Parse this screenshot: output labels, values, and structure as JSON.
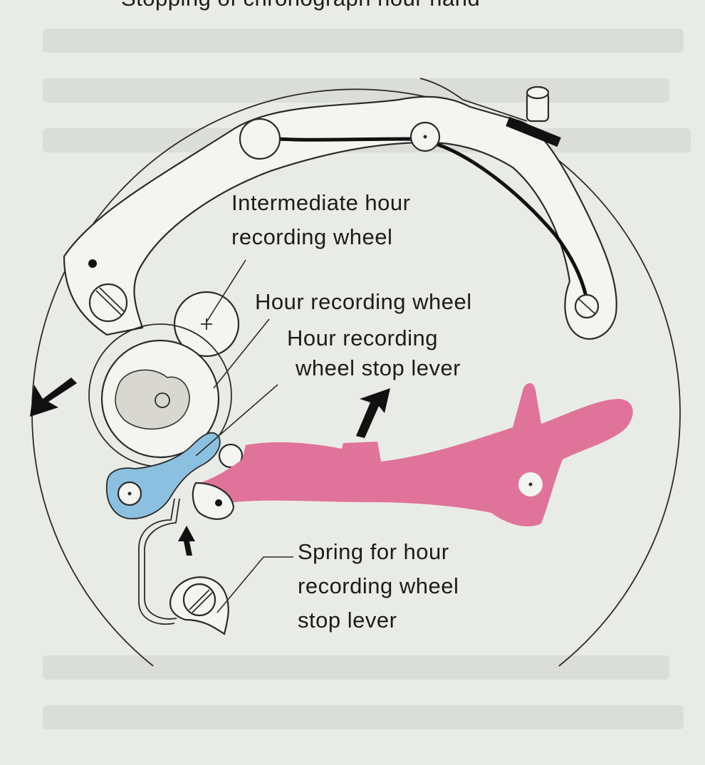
{
  "header": {
    "partial_title": "Stopping of chronograph hour hand"
  },
  "labels": {
    "intermediate_wheel_l1": "Intermediate hour",
    "intermediate_wheel_l2": "recording wheel",
    "hour_wheel": "Hour recording wheel",
    "stop_lever_l1": "Hour recording",
    "stop_lever_l2": "wheel stop lever",
    "spring_l1": "Spring for hour",
    "spring_l2": "recording wheel",
    "spring_l3": "stop lever"
  },
  "colors": {
    "background": "#e9ebe6",
    "pink_lever": "#e0739a",
    "blue_lever": "#8cc0e0",
    "ink": "#2b2b2b"
  },
  "icons": [
    "direction-arrow-icon",
    "screw-icon"
  ]
}
